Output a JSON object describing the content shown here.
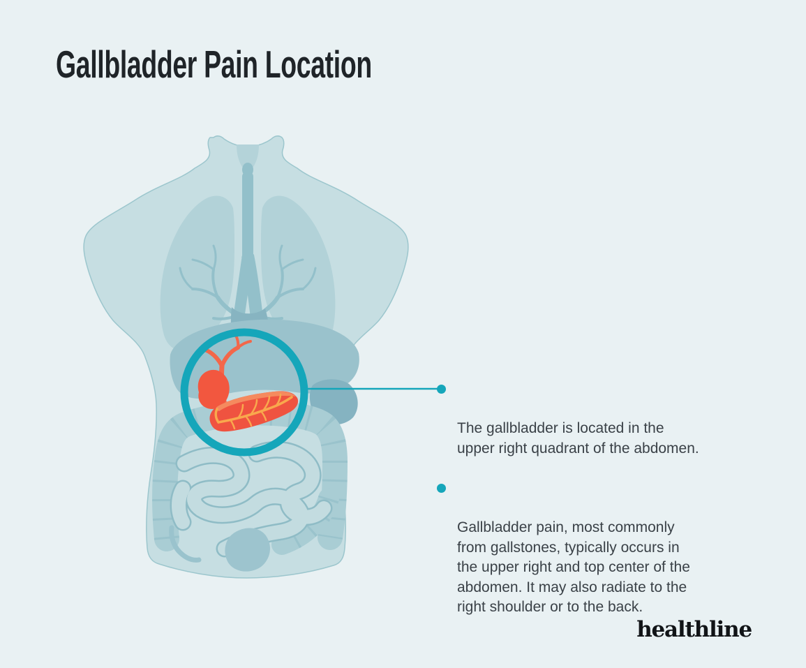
{
  "header": {
    "title": "Gallbladder Pain Location"
  },
  "illustration": {
    "subject": "human-torso-anatomy",
    "highlighted_organs": "gallbladder-and-pancreas",
    "colors": {
      "background": "#e9f1f3",
      "body_teal": "#c6dee2",
      "organ_teal_dark": "#87b4c1",
      "accent_teal": "#15a6ba",
      "organ_orange": "#ef5340",
      "duct_yellow": "#f9a84d"
    }
  },
  "callouts": {
    "items": [
      {
        "text": "The gallbladder is located in the\nupper right quadrant of the abdomen."
      },
      {
        "text": "Gallbladder pain, most commonly\nfrom gallstones, typically occurs in\nthe upper right and top center of the\nabdomen. It may also radiate to the\nright shoulder or to the back."
      }
    ]
  },
  "footer": {
    "brand": "healthline"
  }
}
